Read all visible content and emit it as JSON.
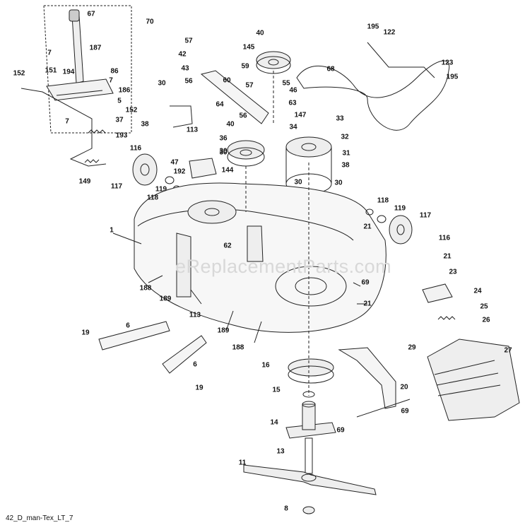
{
  "watermark": "eReplacementParts.com",
  "footer_code": "42_D_man-Tex_LT_7",
  "part_numbers": [
    "67",
    "70",
    "7",
    "187",
    "86",
    "152",
    "151",
    "194",
    "7",
    "186",
    "5",
    "152",
    "7",
    "37",
    "193",
    "116",
    "149",
    "117",
    "119",
    "118",
    "57",
    "42",
    "43",
    "56",
    "60",
    "30",
    "38",
    "113",
    "30",
    "47",
    "192",
    "64",
    "40",
    "145",
    "59",
    "57",
    "55",
    "46",
    "63",
    "147",
    "56",
    "40",
    "34",
    "36",
    "30",
    "144",
    "33",
    "32",
    "31",
    "38",
    "30",
    "30",
    "195",
    "122",
    "68",
    "123",
    "195",
    "118",
    "119",
    "117",
    "21",
    "116",
    "21",
    "23",
    "24",
    "25",
    "26",
    "27",
    "29",
    "1",
    "62",
    "188",
    "189",
    "113",
    "189",
    "69",
    "21",
    "188",
    "6",
    "19",
    "6",
    "19",
    "16",
    "15",
    "20",
    "14",
    "69",
    "69",
    "13",
    "11",
    "8"
  ]
}
